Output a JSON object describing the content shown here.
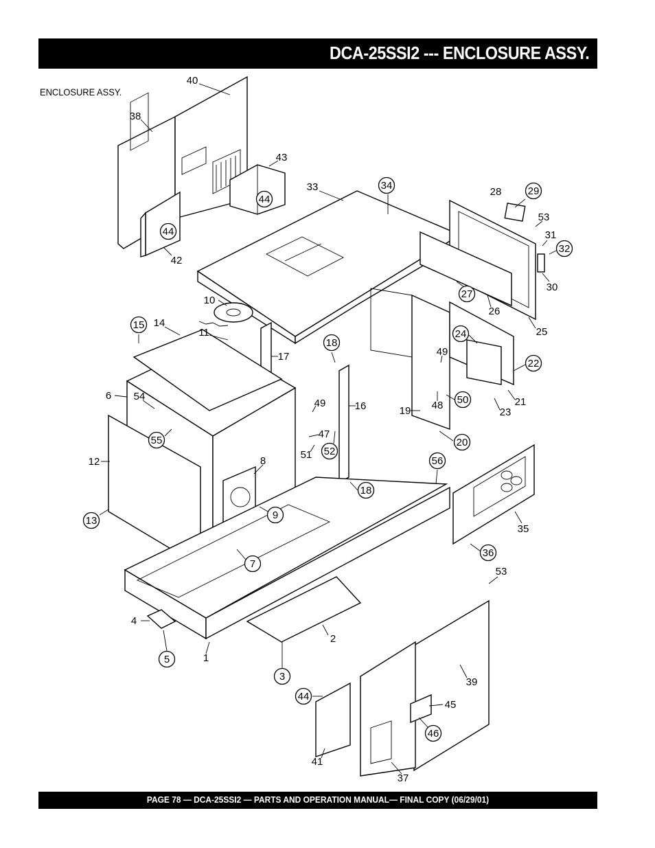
{
  "header": {
    "title": "DCA-25SSI2 --- ENCLOSURE ASSY."
  },
  "caption": "ENCLOSURE ASSY.",
  "footer": {
    "text": "PAGE 78 — DCA-25SSI2 — PARTS AND OPERATION  MANUAL— FINAL COPY  (06/29/01)"
  },
  "callouts": [
    {
      "num": "40",
      "circled": false
    },
    {
      "num": "38",
      "circled": false
    },
    {
      "num": "43",
      "circled": false
    },
    {
      "num": "44",
      "circled": true
    },
    {
      "num": "44",
      "circled": true
    },
    {
      "num": "42",
      "circled": false
    },
    {
      "num": "33",
      "circled": false
    },
    {
      "num": "34",
      "circled": true
    },
    {
      "num": "28",
      "circled": false
    },
    {
      "num": "29",
      "circled": true
    },
    {
      "num": "53",
      "circled": false
    },
    {
      "num": "31",
      "circled": false
    },
    {
      "num": "32",
      "circled": true
    },
    {
      "num": "30",
      "circled": false
    },
    {
      "num": "27",
      "circled": true
    },
    {
      "num": "26",
      "circled": false
    },
    {
      "num": "25",
      "circled": false
    },
    {
      "num": "10",
      "circled": false
    },
    {
      "num": "11",
      "circled": false
    },
    {
      "num": "15",
      "circled": true
    },
    {
      "num": "14",
      "circled": false
    },
    {
      "num": "17",
      "circled": false
    },
    {
      "num": "18",
      "circled": true
    },
    {
      "num": "24",
      "circled": true
    },
    {
      "num": "49",
      "circled": false
    },
    {
      "num": "22",
      "circled": true
    },
    {
      "num": "21",
      "circled": false
    },
    {
      "num": "50",
      "circled": true
    },
    {
      "num": "23",
      "circled": false
    },
    {
      "num": "48",
      "circled": false
    },
    {
      "num": "19",
      "circled": false
    },
    {
      "num": "16",
      "circled": false
    },
    {
      "num": "20",
      "circled": true
    },
    {
      "num": "6",
      "circled": false
    },
    {
      "num": "54",
      "circled": false
    },
    {
      "num": "49",
      "circled": false
    },
    {
      "num": "47",
      "circled": false
    },
    {
      "num": "51",
      "circled": false
    },
    {
      "num": "52",
      "circled": true
    },
    {
      "num": "55",
      "circled": true
    },
    {
      "num": "12",
      "circled": false
    },
    {
      "num": "8",
      "circled": false
    },
    {
      "num": "56",
      "circled": true
    },
    {
      "num": "18",
      "circled": true
    },
    {
      "num": "13",
      "circled": true
    },
    {
      "num": "9",
      "circled": true
    },
    {
      "num": "35",
      "circled": false
    },
    {
      "num": "36",
      "circled": true
    },
    {
      "num": "7",
      "circled": true
    },
    {
      "num": "53",
      "circled": false
    },
    {
      "num": "4",
      "circled": false
    },
    {
      "num": "2",
      "circled": false
    },
    {
      "num": "5",
      "circled": true
    },
    {
      "num": "1",
      "circled": false
    },
    {
      "num": "3",
      "circled": true
    },
    {
      "num": "39",
      "circled": false
    },
    {
      "num": "44",
      "circled": true
    },
    {
      "num": "45",
      "circled": false
    },
    {
      "num": "46",
      "circled": true
    },
    {
      "num": "41",
      "circled": false
    },
    {
      "num": "37",
      "circled": false
    }
  ]
}
